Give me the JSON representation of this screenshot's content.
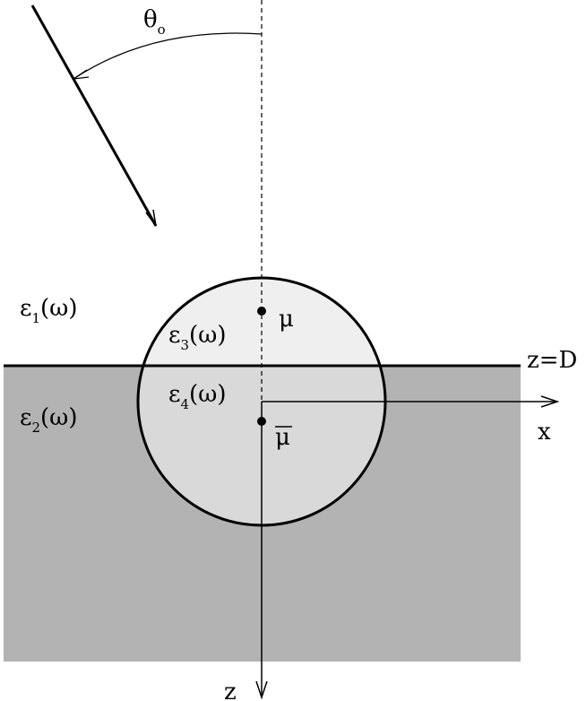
{
  "labels": {
    "theta": "θ",
    "theta_sub": "o",
    "eps1": "ε",
    "eps1_sub": "1",
    "eps1_arg": "(ω)",
    "eps2": "ε",
    "eps2_sub": "2",
    "eps2_arg": "(ω)",
    "eps3": "ε",
    "eps3_sub": "3",
    "eps3_arg": "(ω)",
    "eps4": "ε",
    "eps4_sub": "4",
    "eps4_arg": "(ω)",
    "mu": "μ",
    "mu_bar": "μ",
    "interface": "z=D",
    "x_axis": "x",
    "z_axis": "z"
  },
  "colors": {
    "lower_medium": "#b3b3b3",
    "sphere_upper": "#efefef",
    "sphere_lower": "#d9d9d9",
    "line": "#000000"
  }
}
